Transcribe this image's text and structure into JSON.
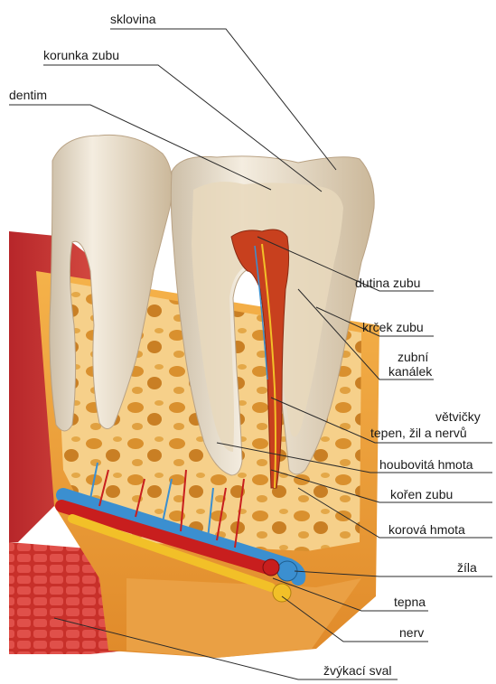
{
  "labels": {
    "sklovina": "sklovina",
    "korunka": "korunka zubu",
    "dentin": "dentim",
    "dutina": "dutina zubu",
    "krcek": "krček zubu",
    "kanalek_1": "zubní",
    "kanalek_2": "kanálek",
    "vetvicky_1": "větvičky",
    "vetvicky_2": "tepen, žil a nervů",
    "houbovita": "houbovitá hmota",
    "koren": "kořen zubu",
    "korova": "korová hmota",
    "zila": "žíla",
    "tepna": "tepna",
    "nerv": "nerv",
    "sval": "žvýkací sval"
  },
  "colors": {
    "enamel": "#efe6d6",
    "dentin": "#e2cdb0",
    "pulp": "#c8401e",
    "bone": "#f0c070",
    "gum": "#c8302a",
    "muscle": "#d43a30",
    "vein": "#3b8fd0",
    "artery": "#c81e1e",
    "nerve": "#f2c028"
  }
}
